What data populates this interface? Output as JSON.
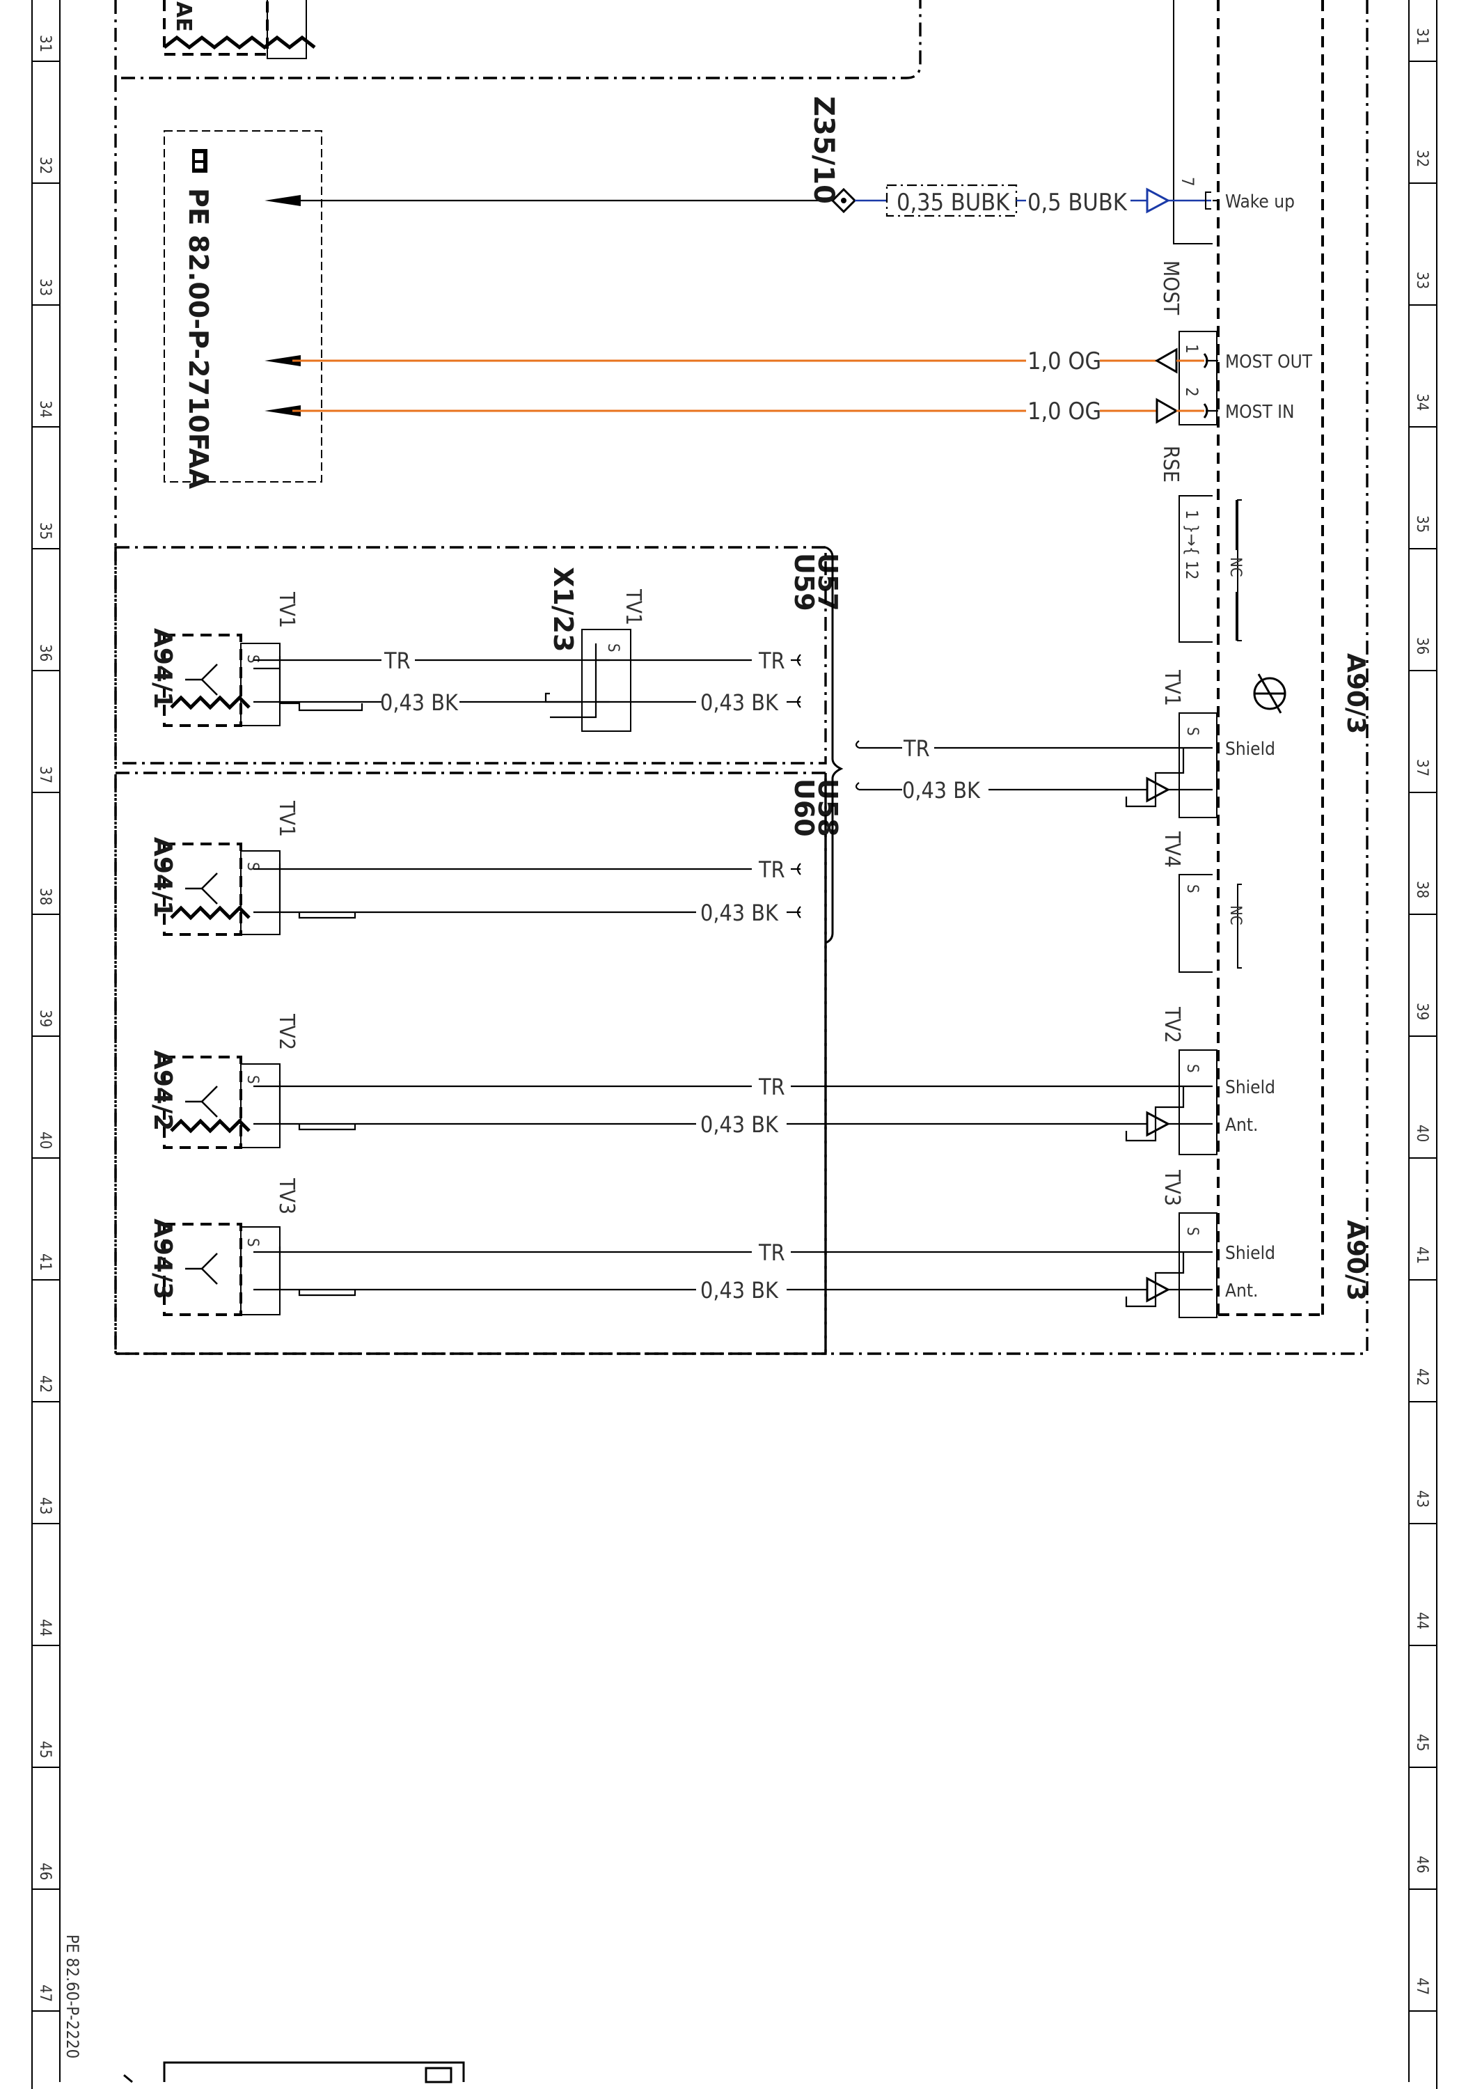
{
  "left_ruler": [
    "31",
    "32",
    "33",
    "34",
    "35",
    "36",
    "37",
    "38",
    "39",
    "40",
    "41",
    "42",
    "43",
    "44",
    "45",
    "46",
    "47"
  ],
  "right_ruler": [
    "31",
    "32",
    "33",
    "34",
    "35",
    "36",
    "37",
    "38",
    "39",
    "40",
    "41",
    "42",
    "43",
    "44",
    "45",
    "46",
    "47"
  ],
  "footer_ref": "PE 82.60-P-2220",
  "top_left_fragment": "AE",
  "ref_box": {
    "text": "PE 82.00-P-2710FAA"
  },
  "splice": {
    "label": "Z35/10"
  },
  "wires": {
    "wake_a": "0,35 BUBK",
    "wake_b": "0,5 BUBK",
    "most_out": "1,0 OG",
    "most_in": "1,0 OG",
    "tr": "TR",
    "bk": "0,43 BK"
  },
  "a90": {
    "label_top": "A90/3",
    "label_bottom": "A90/3",
    "pin_7": "7",
    "wake_up": "Wake up",
    "most_conn": "MOST",
    "pin_1": "1",
    "pin_2": "2",
    "most_out": "MOST OUT",
    "most_in": "MOST IN",
    "rse_conn": "RSE",
    "rse_pins": "1 }→{ 12",
    "nc": "NC",
    "tv1": "TV1",
    "tv2": "TV2",
    "tv3": "TV3",
    "tv4": "TV4",
    "s": "S",
    "shield": "Shield",
    "ant": "Ant."
  },
  "variants": {
    "top": "U57\nU59",
    "top_a": "U57",
    "top_b": "U59",
    "bottom_a": "U58",
    "bottom_b": "U60"
  },
  "connector_x1": "X1/23",
  "amps": {
    "a94_1": "A94/1",
    "a94_2": "A94/2",
    "a94_3": "A94/3"
  }
}
